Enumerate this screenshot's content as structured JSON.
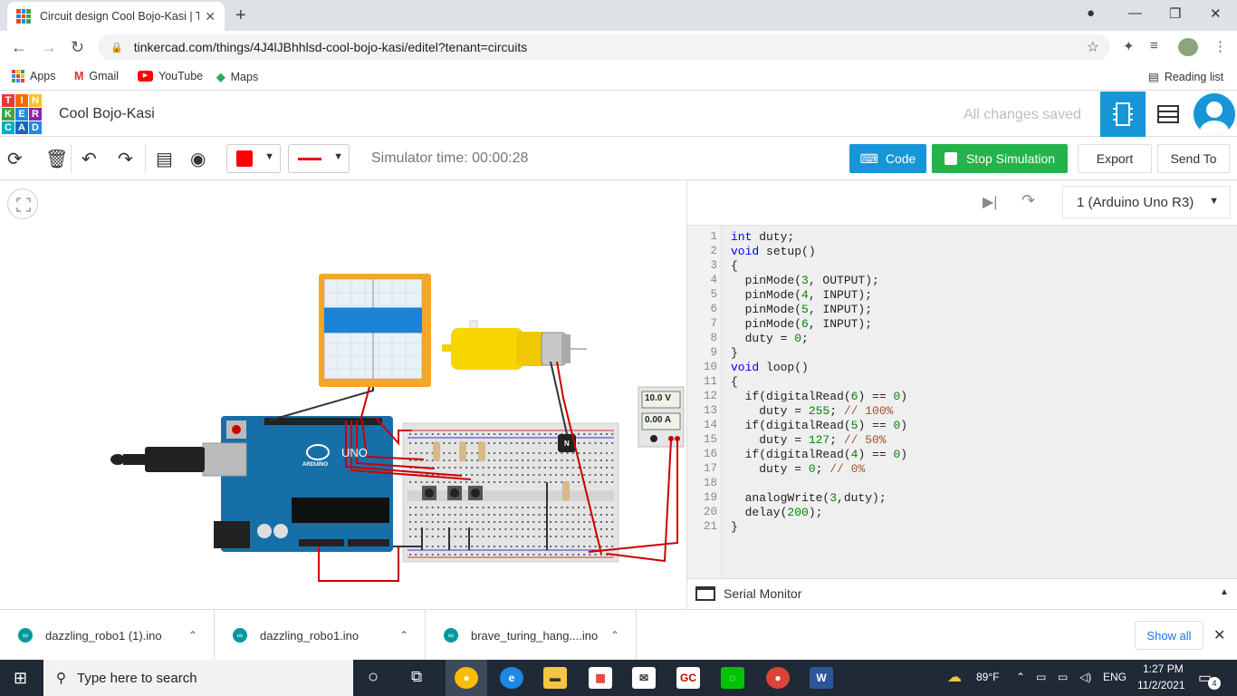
{
  "browser": {
    "tab_title": "Circuit design Cool Bojo-Kasi | Tinkercad",
    "url": "tinkercad.com/things/4J4lJBhhlsd-cool-bojo-kasi/editel?tenant=circuits",
    "bookmarks": [
      "Apps",
      "Gmail",
      "YouTube",
      "Maps"
    ],
    "reading_list": "Reading list"
  },
  "app": {
    "logo_letters": [
      "T",
      "I",
      "N",
      "K",
      "E",
      "R",
      "C",
      "A",
      "D"
    ],
    "project_name": "Cool Bojo-Kasi",
    "save_status": "All changes saved"
  },
  "toolbar": {
    "simulator_time": "Simulator time: 00:00:28",
    "code_label": "Code",
    "stop_label": "Stop Simulation",
    "export_label": "Export",
    "send_label": "Send To",
    "wire_color": "#ff0000"
  },
  "circuit": {
    "multimeter_voltage": "10.0 V",
    "multimeter_current": "0.00 A",
    "arduino_label": "UNO",
    "arduino_brand": "ARDUINO",
    "transistor_label": "N",
    "oscilloscope_level_fraction": 0.46
  },
  "code_panel": {
    "device": "1 (Arduino Uno R3)",
    "serial_monitor": "Serial Monitor",
    "line_numbers": [
      "1",
      "2",
      "3",
      "4",
      "5",
      "6",
      "7",
      "8",
      "9",
      "10",
      "11",
      "12",
      "13",
      "14",
      "15",
      "16",
      "17",
      "18",
      "19",
      "20",
      "21"
    ],
    "lines": [
      "int duty;",
      "void setup()",
      "{",
      "  pinMode(3, OUTPUT);",
      "  pinMode(4, INPUT);",
      "  pinMode(5, INPUT);",
      "  pinMode(6, INPUT);",
      "  duty = 0;",
      "}",
      "void loop()",
      "{",
      "  if(digitalRead(6) == 0)",
      "    duty = 255; // 100%",
      "  if(digitalRead(5) == 0)",
      "    duty = 127; // 50%",
      "  if(digitalRead(4) == 0)",
      "    duty = 0; // 0%",
      "",
      "  analogWrite(3,duty);",
      "  delay(200);",
      "}"
    ]
  },
  "downloads": {
    "items": [
      "dazzling_robo1 (1).ino",
      "dazzling_robo1.ino",
      "brave_turing_hang....ino"
    ],
    "show_all": "Show all"
  },
  "taskbar": {
    "search_placeholder": "Type here to search",
    "weather": "89°F",
    "language": "ENG",
    "time": "1:27 PM",
    "date": "11/2/2021",
    "notifications": "4"
  }
}
